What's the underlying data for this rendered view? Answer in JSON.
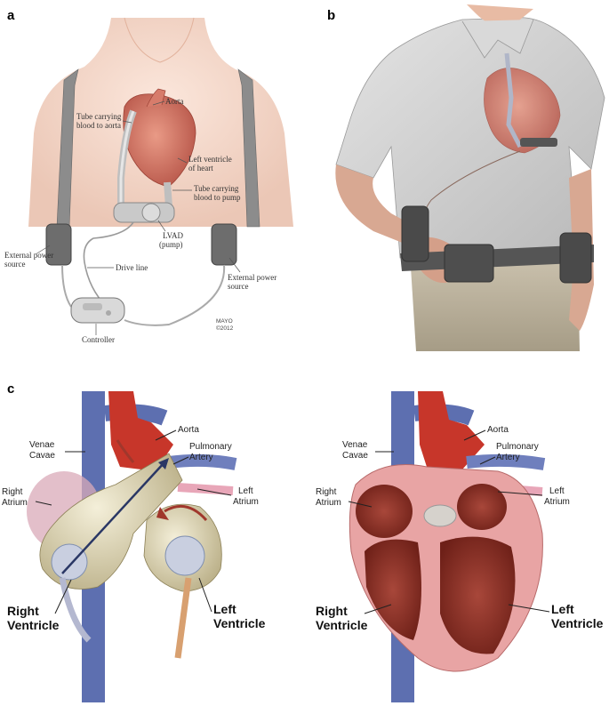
{
  "panels": {
    "a": "a",
    "b": "b",
    "c": "c"
  },
  "panel_a": {
    "aorta": "Aorta",
    "tube_aorta_1": "Tube carrying",
    "tube_aorta_2": "blood to aorta",
    "lv_1": "Left ventricle",
    "lv_2": "of heart",
    "tube_pump_1": "Tube carrying",
    "tube_pump_2": "blood to pump",
    "lvad_1": "LVAD",
    "lvad_2": "(pump)",
    "drive_line": "Drive line",
    "ext_left_1": "External power",
    "ext_left_2": "source",
    "ext_right_1": "External power",
    "ext_right_2": "source",
    "controller": "Controller",
    "mayo_1": "MAYO",
    "mayo_2": "©2012"
  },
  "panel_c_left": {
    "aorta": "Aorta",
    "venae_1": "Venae",
    "venae_2": "Cavae",
    "pulm_1": "Pulmonary",
    "pulm_2": "Artery",
    "ra_1": "Right",
    "ra_2": "Atrium",
    "la_1": "Left",
    "la_2": "Atrium",
    "rv_1": "Right",
    "rv_2": "Ventricle",
    "lv_1": "Left",
    "lv_2": "Ventricle"
  },
  "panel_c_right": {
    "aorta": "Aorta",
    "venae_1": "Venae",
    "venae_2": "Cavae",
    "pulm_1": "Pulmonary",
    "pulm_2": "Artery",
    "ra_1": "Right",
    "ra_2": "Atrium",
    "la_1": "Left",
    "la_2": "Atrium",
    "rv_1": "Right",
    "rv_2": "Ventricle",
    "lv_1": "Left",
    "lv_2": "Ventricle"
  }
}
